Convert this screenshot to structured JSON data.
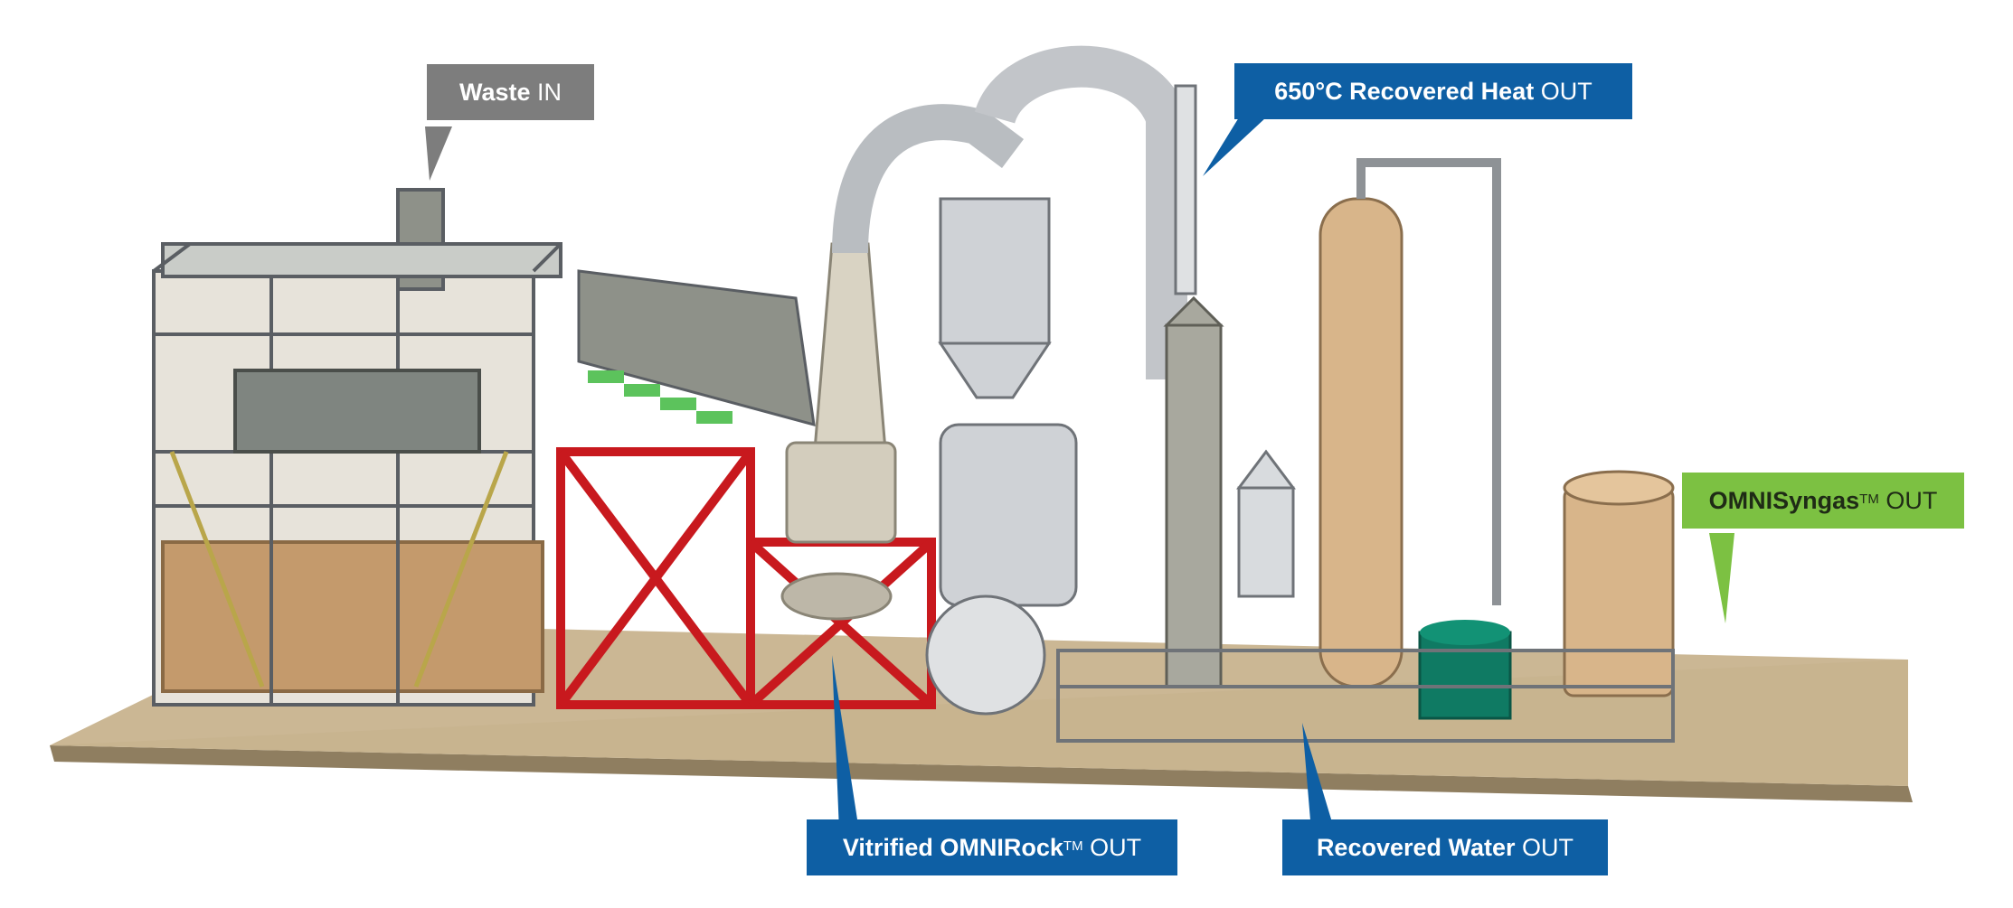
{
  "colors": {
    "waste_callout": "#7d7d7d",
    "output_callout": "#0e5fa4",
    "syngas_callout": "#7cc142",
    "ground": "#cbb794",
    "frame_red": "#c8191e",
    "vessel_tan": "#d8b58a",
    "tank_green": "#0f7a63",
    "steel": "#cfd2d6"
  },
  "callouts": {
    "waste": {
      "bold": "Waste",
      "regular": "IN"
    },
    "heat": {
      "bold": "650°C Recovered Heat",
      "regular": "OUT"
    },
    "syngas": {
      "bold": "OMNISyngas",
      "mark": "TM",
      "regular": "OUT"
    },
    "rock": {
      "bold": "Vitrified OMNIRock",
      "mark": "TM",
      "regular": "OUT"
    },
    "water": {
      "bold": "Recovered Water",
      "regular": "OUT"
    }
  }
}
